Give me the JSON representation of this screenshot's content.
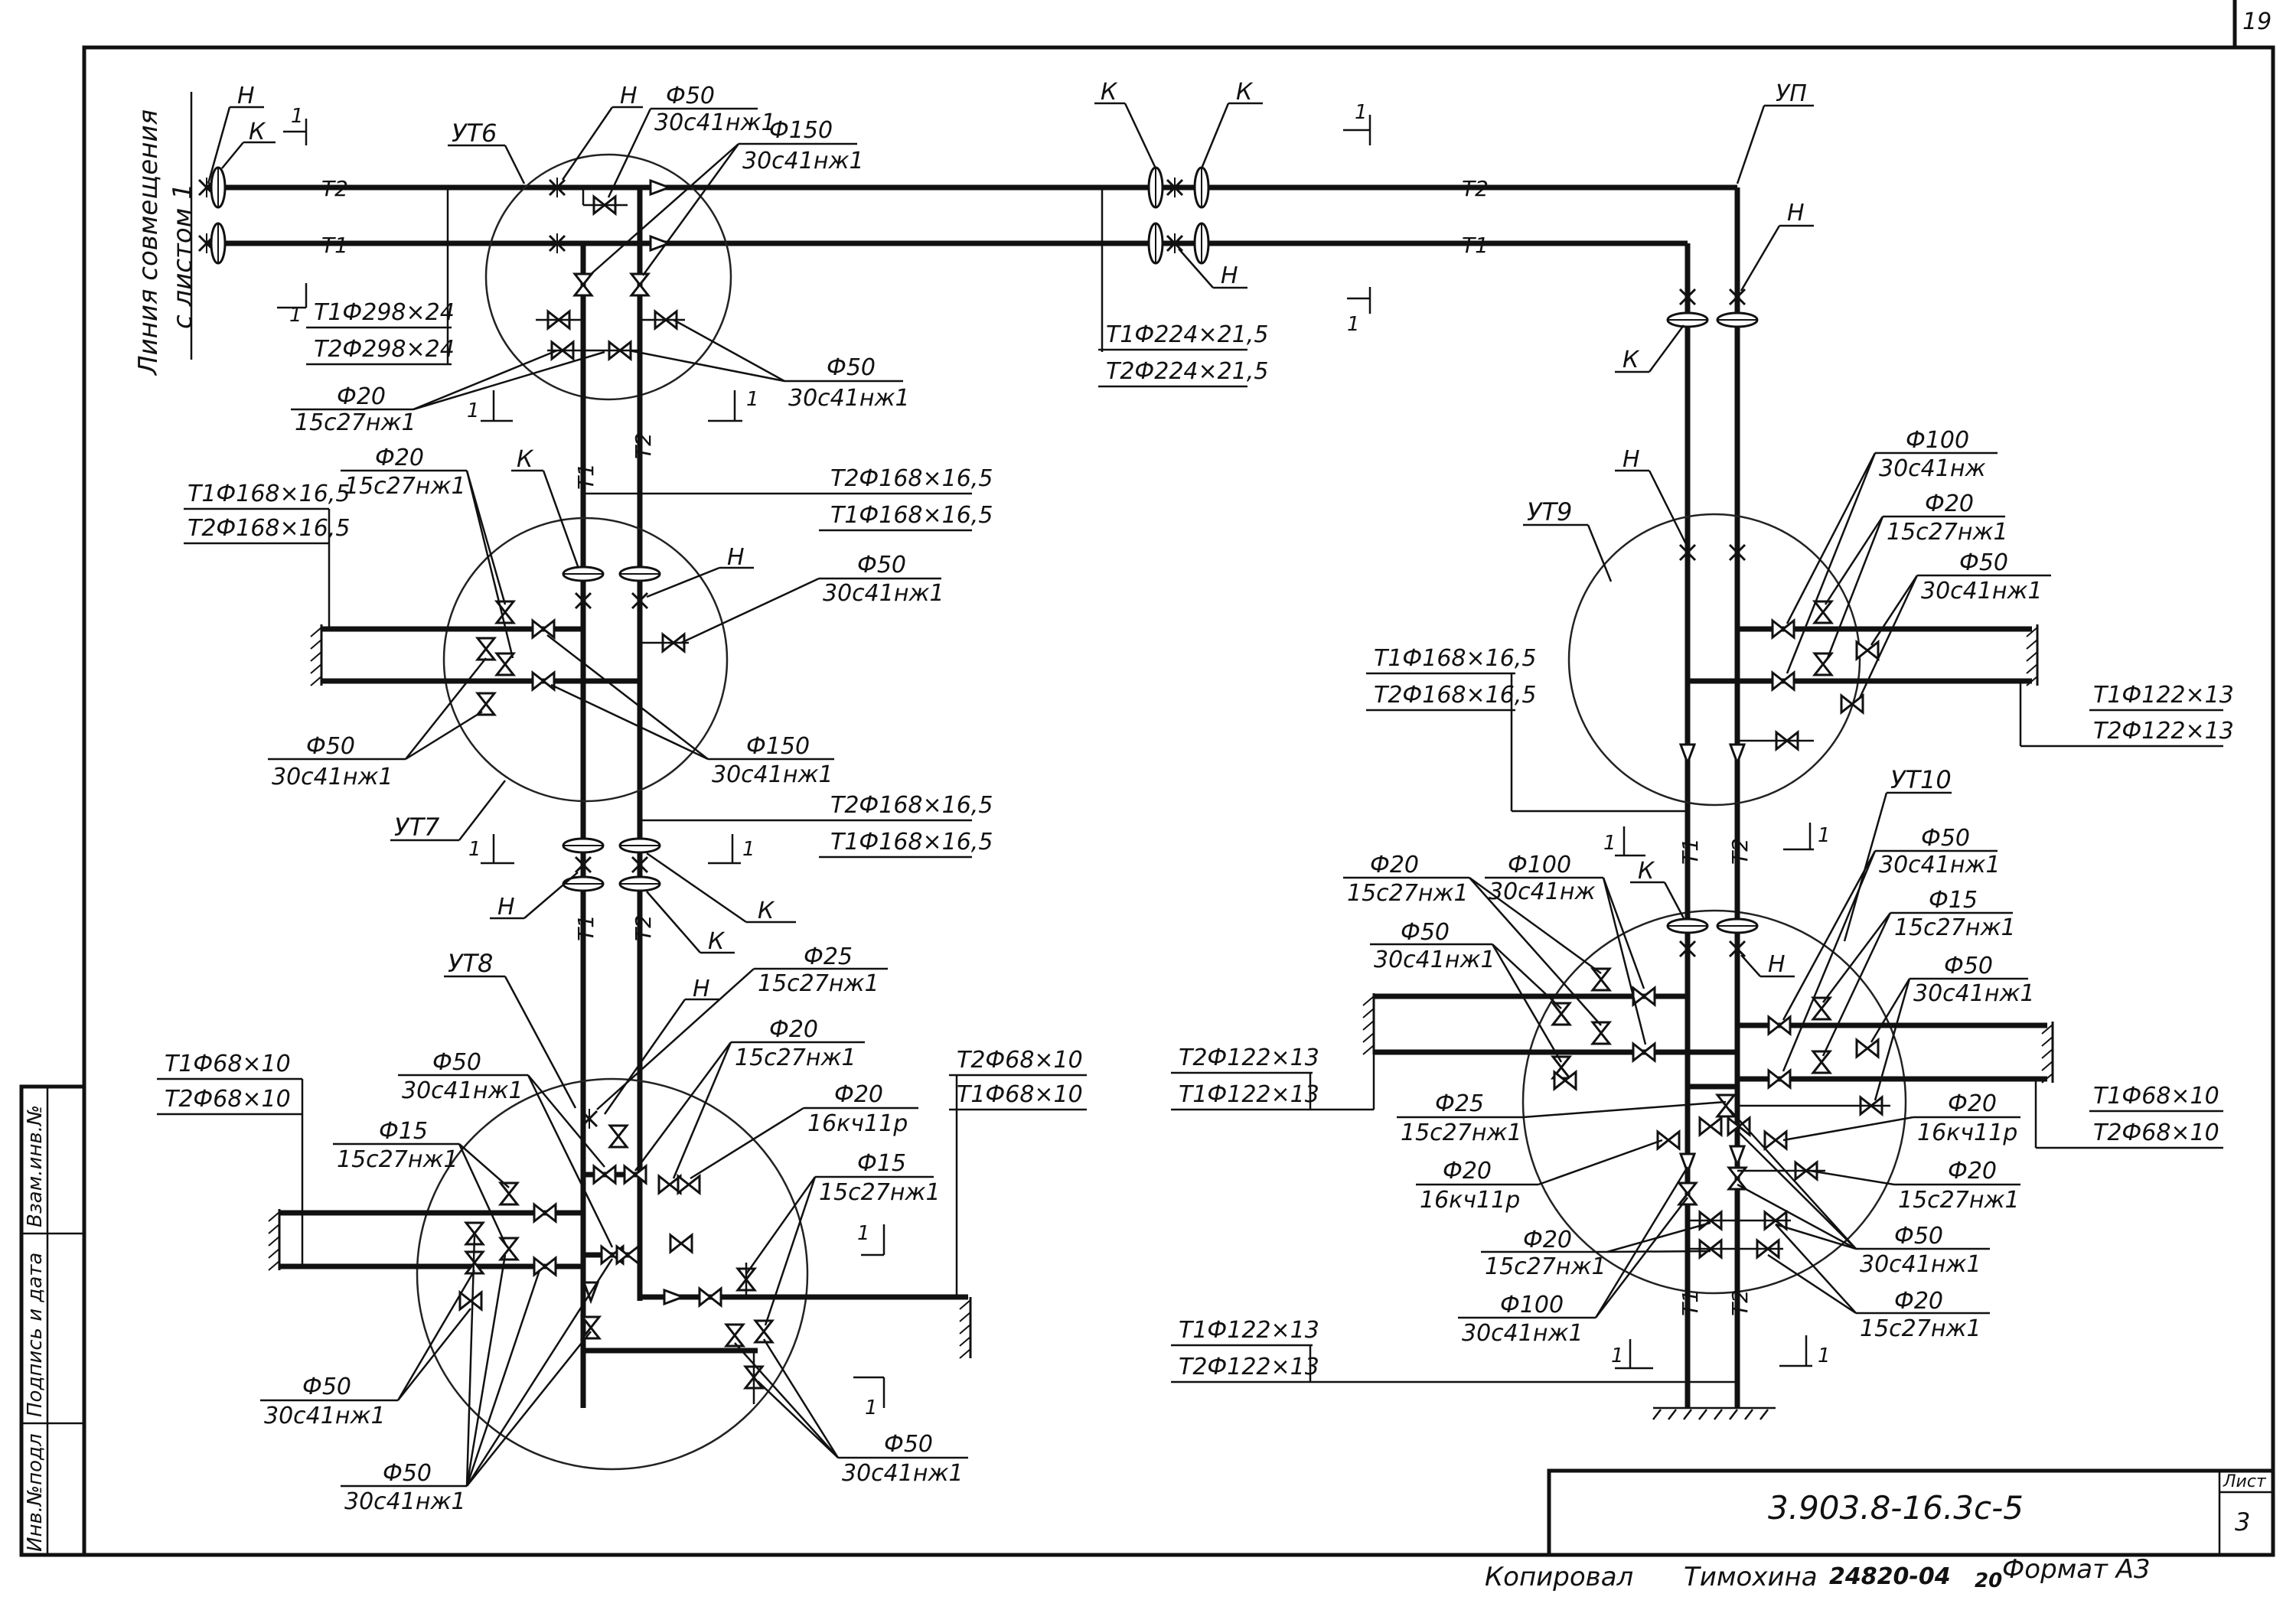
{
  "sheet_number": "19",
  "side_note": [
    "Линия совмещения",
    "с листом 1"
  ],
  "title_block": {
    "code": "3.903.8-16.3с-5",
    "list_label": "Лист",
    "list_value": "3"
  },
  "footer": {
    "copied": "Копировал",
    "name": "Тимохина",
    "order": "24820-04",
    "num": "20",
    "format": "Формат А3"
  },
  "margin_stamps": [
    "Инв.№подл",
    "Подпись и дата",
    "Взам.инв.№"
  ],
  "texts": {
    "t1": "Т1",
    "t2": "Т2",
    "h": "Н",
    "k": "К",
    "one": "1",
    "up": "УП",
    "ut6": "УТ6",
    "ut7": "УТ7",
    "ut8": "УТ8",
    "ut9": "УТ9",
    "ut10": "УТ10",
    "d20": "Ф20",
    "d25": "Ф25",
    "d15": "Ф15",
    "d50": "Ф50",
    "d100": "Ф100",
    "d150": "Ф150",
    "m30": "30с41нж1",
    "m30b": "30с41нж",
    "m15": "15с27нж1",
    "m16": "16кч11р",
    "t1_298": "Т1Ф298×24",
    "t2_298": "Т2Ф298×24",
    "t1_224": "Т1Ф224×21,5",
    "t2_224": "Т2Ф224×21,5",
    "t1_168": "Т1Ф168×16,5",
    "t2_168": "Т2Ф168×16,5",
    "t1_122": "Т1Ф122×13",
    "t2_122": "Т2Ф122×13",
    "t1_68": "Т1Ф68×10",
    "t2_68": "Т2Ф68×10"
  }
}
